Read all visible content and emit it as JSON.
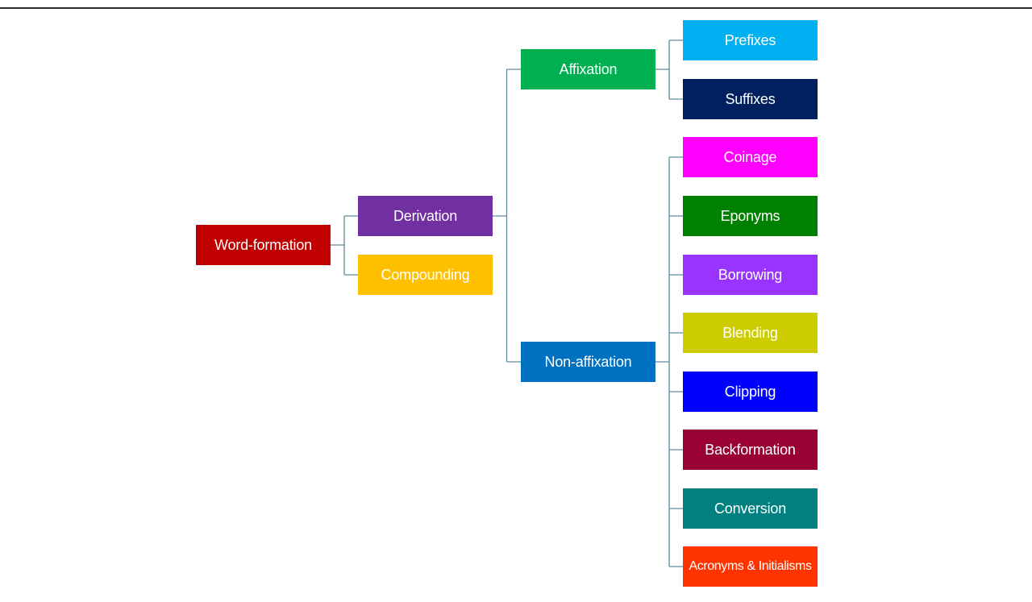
{
  "diagram": {
    "root": {
      "label": "Word-formation",
      "color": "#c00000"
    },
    "level1": [
      {
        "label": "Derivation",
        "color": "#7030a0"
      },
      {
        "label": "Compounding",
        "color": "#ffc000"
      }
    ],
    "level2": [
      {
        "label": "Affixation",
        "color": "#00b050"
      },
      {
        "label": "Non-affixation",
        "color": "#0070c0"
      }
    ],
    "affixation_children": [
      {
        "label": "Prefixes",
        "color": "#00b0f0"
      },
      {
        "label": "Suffixes",
        "color": "#002060"
      }
    ],
    "non_affixation_children": [
      {
        "label": "Coinage",
        "color": "#ff00ff"
      },
      {
        "label": "Eponyms",
        "color": "#008000"
      },
      {
        "label": "Borrowing",
        "color": "#9933ff"
      },
      {
        "label": "Blending",
        "color": "#cccc00"
      },
      {
        "label": "Clipping",
        "color": "#0000ff"
      },
      {
        "label": "Backformation",
        "color": "#990033"
      },
      {
        "label": "Conversion",
        "color": "#008080"
      },
      {
        "label": "Acronyms & Initialisms",
        "color": "#ff3300"
      }
    ],
    "connector_color": "#5f8a9a"
  }
}
